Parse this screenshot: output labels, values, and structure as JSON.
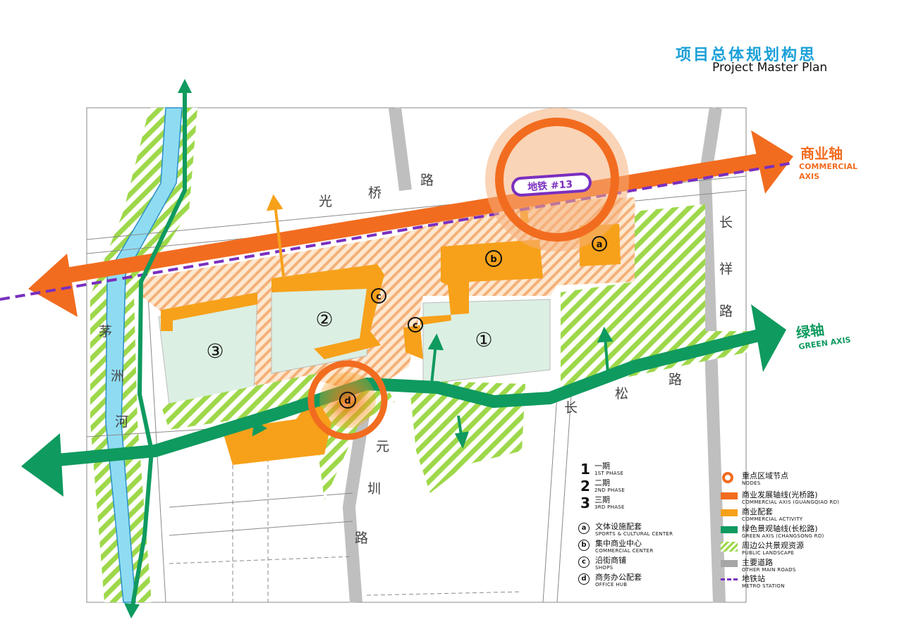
{
  "title": {
    "cn": "项目总体规划构思",
    "en": "Project Master Plan"
  },
  "axes": {
    "commercial": {
      "cn": "商业轴",
      "en_line1": "COMMERCIAL",
      "en_line2": "AXIS",
      "color": "#f26c1f"
    },
    "green": {
      "cn": "绿轴",
      "en": "GREEN AXIS",
      "color": "#0f9a5f"
    }
  },
  "metro": {
    "label": "地铁 #13",
    "color": "#7a2fbf"
  },
  "roads": {
    "guangqiao": [
      "光",
      "桥",
      "路"
    ],
    "changxiang": [
      "长",
      "祥",
      "路"
    ],
    "changsong": [
      "长",
      "松",
      "路"
    ],
    "yuanzhen": [
      "元",
      "圳",
      "路"
    ],
    "maozhou_river": [
      "茅",
      "洲",
      "河"
    ]
  },
  "phases": {
    "p1": "①",
    "p2": "②",
    "p3": "③"
  },
  "functions": {
    "a": "a",
    "b": "b",
    "c1": "c",
    "c2": "c",
    "d": "d"
  },
  "legend_phases": [
    {
      "num": "1",
      "cn": "一期",
      "en": "1ST PHASE"
    },
    {
      "num": "2",
      "cn": "二期",
      "en": "2ND PHASE"
    },
    {
      "num": "3",
      "cn": "三期",
      "en": "3RD PHASE"
    }
  ],
  "legend_functions": [
    {
      "letter": "a",
      "cn": "文体设施配套",
      "en": "SPORTS & CULTURAL CENTER"
    },
    {
      "letter": "b",
      "cn": "集中商业中心",
      "en": "COMMERCIAL CENTER"
    },
    {
      "letter": "c",
      "cn": "沿街商铺",
      "en": "SHOPS"
    },
    {
      "letter": "d",
      "cn": "商务办公配套",
      "en": "OFFICE HUB"
    }
  ],
  "legend_symbols": [
    {
      "key": "nodes",
      "cn": "重点区域节点",
      "en": "NODES",
      "color": "#f26c1f"
    },
    {
      "key": "commercial_axis",
      "cn": "商业发展轴线(光桥路)",
      "en": "COMMERCIAL AXIS (GUANGQIAO RD)",
      "color": "#f26c1f"
    },
    {
      "key": "commercial_activity",
      "cn": "商业配套",
      "en": "COMMERCIAL ACTIVITY",
      "color": "#f7a11a"
    },
    {
      "key": "green_axis",
      "cn": "绿色景观轴线(长松路)",
      "en": "GREEN AXIS (CHANGSONG RD)",
      "color": "#0f9a5f"
    },
    {
      "key": "public_landscape",
      "cn": "周边公共景观资源",
      "en": "PUBLIC LANDSCAPE",
      "color": "#9ed84a"
    },
    {
      "key": "main_roads",
      "cn": "主要道路",
      "en": "OTHER MAIN ROADS",
      "color": "#a6a6a6"
    },
    {
      "key": "metro_station",
      "cn": "地铁站",
      "en": "METRO STATION",
      "color": "#7a2fbf"
    }
  ]
}
